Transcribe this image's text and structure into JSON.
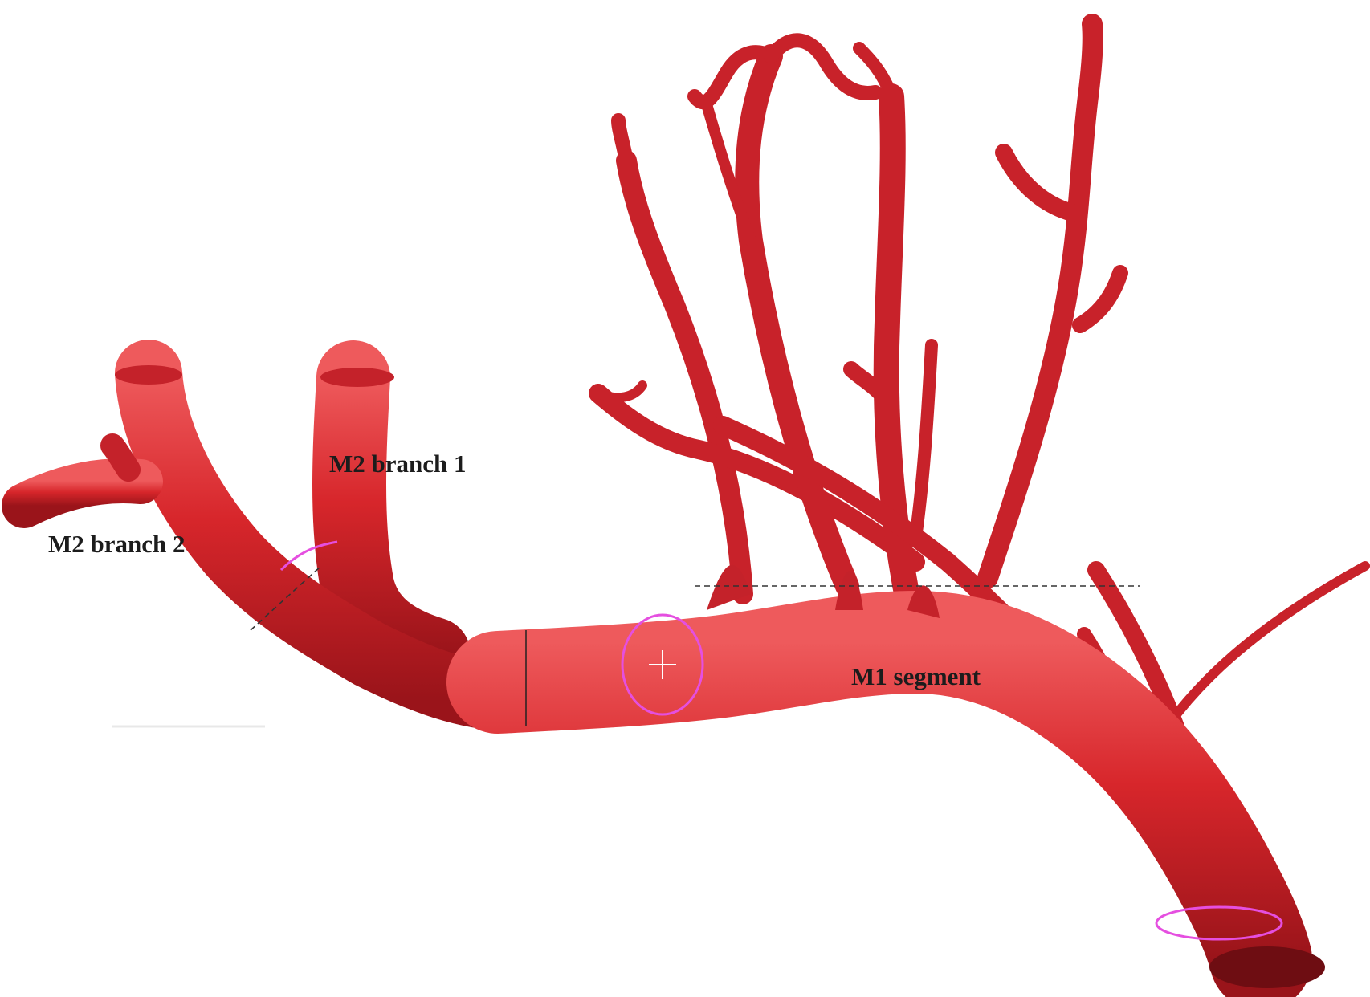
{
  "labels": {
    "m2_branch_1": "M2 branch 1",
    "m2_branch_2": "M2 branch 2",
    "m1_segment": "M1 segment"
  },
  "colors": {
    "vessel": "#d7262b",
    "vessel_shadow": "#8e1016",
    "vessel_highlight": "#ee5a5c",
    "marker": "#e54fe0",
    "background": "#ffffff"
  }
}
